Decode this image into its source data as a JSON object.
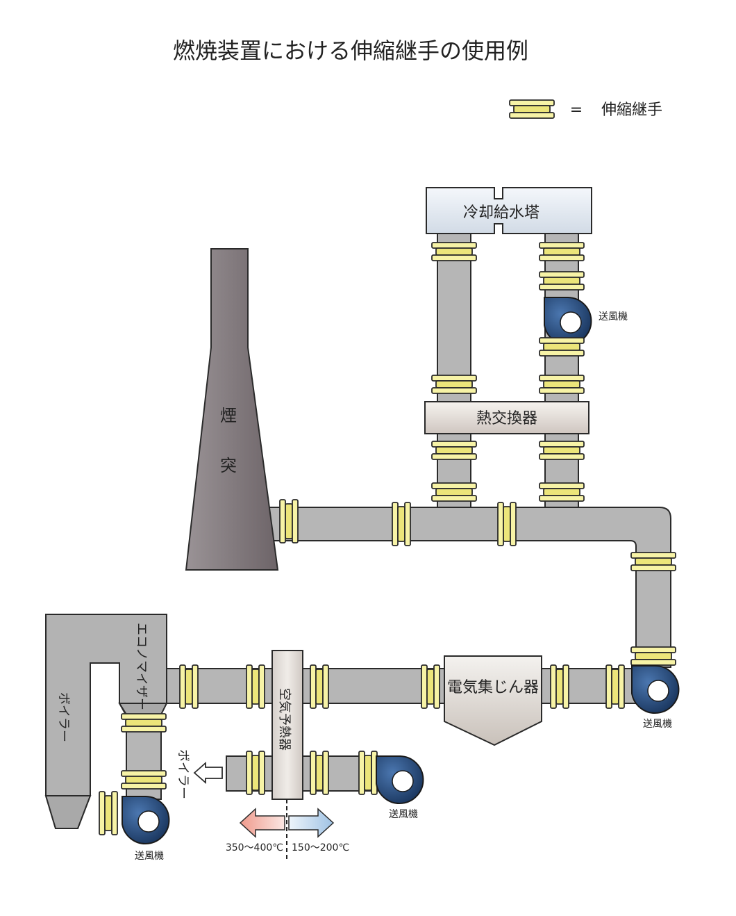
{
  "title": "燃焼装置における伸縮継手の使用例",
  "legend": {
    "symbol_name": "expansion-joint-symbol",
    "equals": "=",
    "label": "伸縮継手"
  },
  "components": {
    "cooling_tower": "冷却給水塔",
    "heat_exchanger": "熱交換器",
    "chimney": [
      "煙",
      "突"
    ],
    "economizer": "エコノマイザー",
    "boiler": "ボイラー",
    "air_preheater": "空気予熱器",
    "precipitator": "電気集じん器",
    "fan_label": "送風機",
    "boiler_return": "ボイラー"
  },
  "temperatures": {
    "hot": "350～400℃",
    "cold": "150～200℃"
  },
  "colors": {
    "duct": "#b6b6b6",
    "joint": "#f7f3a6",
    "fan": "#1d3f6e",
    "chimney": "#7b7479",
    "hot_arrow": "#f2b3a8",
    "cold_arrow": "#b9d3ec"
  }
}
